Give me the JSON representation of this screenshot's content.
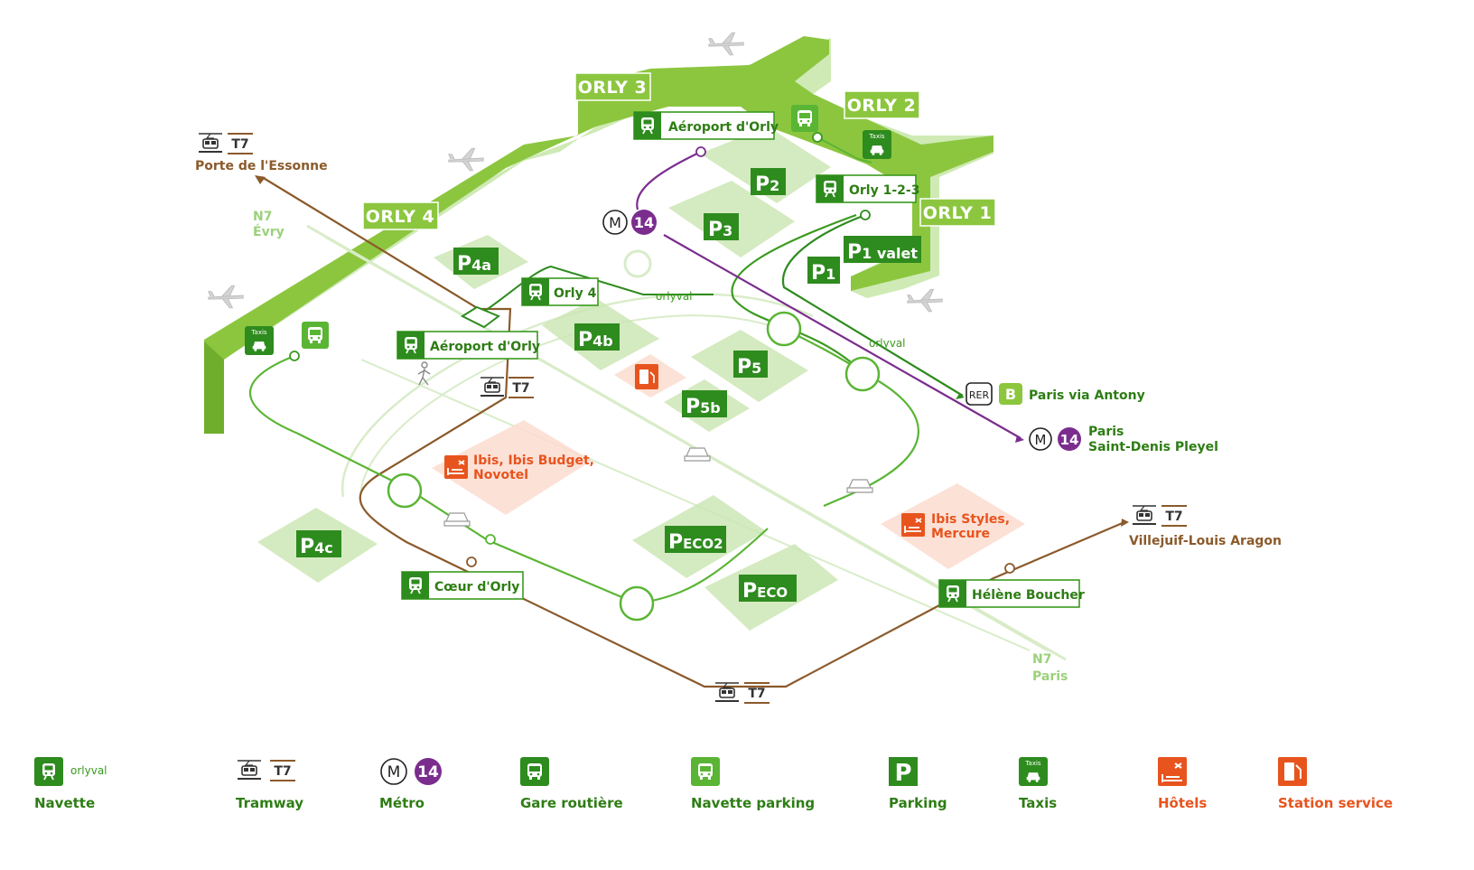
{
  "terminals": {
    "orly1": "ORLY 1",
    "orly2": "ORLY 2",
    "orly3": "ORLY 3",
    "orly4": "ORLY 4"
  },
  "parkings": [
    {
      "id": "p1",
      "main": "P",
      "sub": "1"
    },
    {
      "id": "p1valet",
      "main": "P",
      "sub": "1 valet"
    },
    {
      "id": "p2",
      "main": "P",
      "sub": "2"
    },
    {
      "id": "p3",
      "main": "P",
      "sub": "3"
    },
    {
      "id": "p4a",
      "main": "P",
      "sub": "4a"
    },
    {
      "id": "p4b",
      "main": "P",
      "sub": "4b"
    },
    {
      "id": "p4c",
      "main": "P",
      "sub": "4c"
    },
    {
      "id": "p5",
      "main": "P",
      "sub": "5"
    },
    {
      "id": "p5b",
      "main": "P",
      "sub": "5b"
    },
    {
      "id": "peco2",
      "main": "P",
      "sub": "ECO2"
    },
    {
      "id": "peco",
      "main": "P",
      "sub": "ECO"
    }
  ],
  "stops": {
    "aeroport_orly_top": "Aéroport d'Orly",
    "orly123": "Orly 1-2-3",
    "orly4": "Orly 4",
    "aeroport_orly_tram": "Aéroport d'Orly",
    "coeur_orly": "Cœur d'Orly",
    "helene_boucher": "Hélène Boucher"
  },
  "destinations": {
    "porte_essonne": "Porte de l'Essonne",
    "villejuif": "Villejuif-Louis Aragon",
    "paris_antony": "Paris via Antony",
    "paris_line1": "Paris",
    "paris_line2": "Saint-Denis Pleyel",
    "n7_evry_1": "N7",
    "n7_evry_2": "Évry",
    "n7_paris_1": "N7",
    "n7_paris_2": "Paris"
  },
  "badges": {
    "t7": "T7",
    "metro": "M",
    "metro_line": "14",
    "rer": "RER",
    "rer_line": "B",
    "taxis": "Taxis",
    "orlyval": "orlyval"
  },
  "hotels": {
    "h1_line1": "Ibis, Ibis Budget,",
    "h1_line2": "Novotel",
    "h2_line1": "Ibis Styles,",
    "h2_line2": "Mercure"
  },
  "legend": [
    {
      "id": "navette",
      "label": "Navette",
      "color": "#2e7d14"
    },
    {
      "id": "tramway",
      "label": "Tramway",
      "color": "#2e7d14"
    },
    {
      "id": "metro",
      "label": "Métro",
      "color": "#2e7d14"
    },
    {
      "id": "gare",
      "label": "Gare routière",
      "color": "#2e7d14"
    },
    {
      "id": "navette_parking",
      "label": "Navette parking",
      "color": "#2e7d14"
    },
    {
      "id": "parking",
      "label": "Parking",
      "color": "#2e7d14"
    },
    {
      "id": "taxis",
      "label": "Taxis",
      "color": "#2e7d14"
    },
    {
      "id": "hotels",
      "label": "Hôtels",
      "color": "#e8541e"
    },
    {
      "id": "station",
      "label": "Station service",
      "color": "#e8541e"
    }
  ],
  "legend_orlyval": "orlyval",
  "legend_parking_letter": "P",
  "colors": {
    "dark_green": "#2e8b1e",
    "light_green": "#8cc63f",
    "pale_green": "#d6ecc4",
    "brown": "#8b5a2b",
    "purple": "#7b2d8e",
    "orange": "#e8541e"
  }
}
